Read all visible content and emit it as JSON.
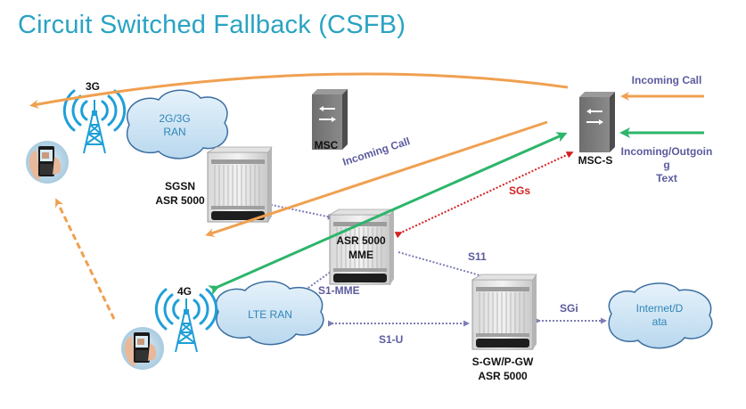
{
  "title": "Circuit Switched Fallback (CSFB)",
  "colors": {
    "title": "#2aa3c2",
    "voice_path": "#f0a050",
    "sms_path": "#2db56b",
    "sgs_link": "#d42020",
    "interface_link": "#7d7db5",
    "interface_label": "#5b5b9e",
    "cloud_fill": "#cfe6f5",
    "cloud_stroke": "#3a6ea0",
    "tower": "#1e9fd8"
  },
  "nodes": {
    "msc": {
      "label": "MSC",
      "icon": "switch-icon"
    },
    "msc_s": {
      "label": "MSC-S",
      "icon": "switch-icon"
    },
    "sgsn": {
      "line1": "SGSN",
      "line2": "ASR 5000",
      "icon": "chassis-icon"
    },
    "mme": {
      "line1": "ASR 5000",
      "line2": "MME",
      "icon": "chassis-icon"
    },
    "sgw": {
      "line1": "S-GW/P-GW",
      "line2": "ASR 5000",
      "icon": "chassis-icon"
    },
    "ran_3g": {
      "line1": "2G/3G",
      "line2": "RAN",
      "icon": "cloud-icon"
    },
    "ran_lte": {
      "label": "LTE RAN",
      "icon": "cloud-icon"
    },
    "internet": {
      "line1": "Internet/D",
      "line2": "ata",
      "icon": "cloud-icon"
    },
    "tower_3g": {
      "label": "3G",
      "icon": "cell-tower-icon"
    },
    "tower_4g": {
      "label": "4G",
      "icon": "cell-tower-icon"
    },
    "phone_top": {
      "icon": "mobile-phone-icon"
    },
    "phone_bottom": {
      "icon": "mobile-phone-icon"
    }
  },
  "interfaces": {
    "sgs": "SGs",
    "s11": "S11",
    "s1_mme": "S1-MME",
    "s1_u": "S1-U",
    "sgi": "SGi"
  },
  "flows": {
    "incoming_call_mid": "Incoming Call",
    "incoming_call_right": "Incoming Call",
    "text_line1": "Incoming/Outgoin",
    "text_line2": "g",
    "text_line3": "Text"
  }
}
